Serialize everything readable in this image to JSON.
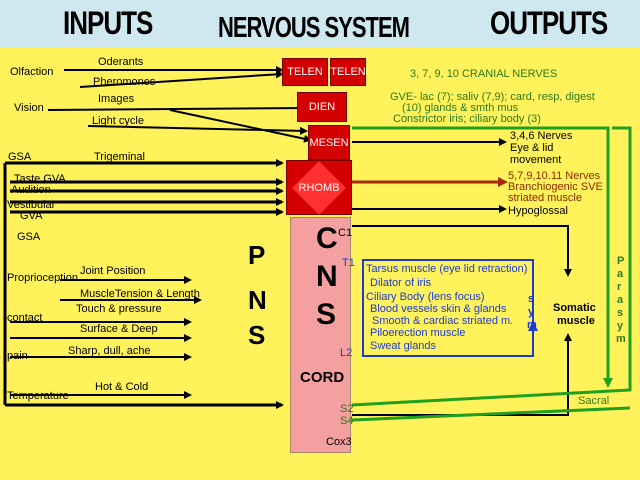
{
  "header": {
    "inputs": "INPUTS",
    "title": "NERVOUS SYSTEM",
    "outputs": "OUTPUTS"
  },
  "boxes": {
    "telen_left": "TELEN",
    "telen_right": "TELEN",
    "dien": "DIEN",
    "mesen": "MESEN",
    "rhomb": "RHOMB",
    "cord": "CORD"
  },
  "inputs": {
    "olfaction": "Olfaction",
    "oderants": "Oderants",
    "pheromones": "Pheromones",
    "vision": "Vision",
    "images": "Images",
    "light_cycle": "Light cycle",
    "gsa_top": "GSA",
    "trigeminal": "Trigeminal",
    "taste_gva": "Taste GVA",
    "audition": "Audition",
    "vestibular": "Vestibular",
    "gva": "GVA",
    "gsa_mid": "GSA",
    "proprioception": "Proprioception",
    "joint_position": "Joint Position",
    "muscle_tension": "MuscleTension & Length",
    "contact": "contact",
    "touch_pressure": "Touch & pressure",
    "surface_deep": "Surface & Deep",
    "pain": "pain",
    "sharp_dull": "Sharp, dull, ache",
    "temperature": "Temperature",
    "hot_cold": "Hot & Cold"
  },
  "pns": [
    "P",
    "N",
    "S"
  ],
  "cns": [
    "C",
    "N",
    "S"
  ],
  "levels": {
    "c1": "C1",
    "t1": "T1",
    "l2": "L2",
    "s2": "S2",
    "s4": "S4",
    "cox3": "Cox3"
  },
  "outputs": {
    "cranial": "3, 7, 9, 10     CRANIAL NERVES",
    "gve_line1": "GVE-  lac (7); saliv (7,9); card, resp, digest",
    "gve_line2": "(10) glands & smth mus",
    "gve_line3": "Constrictor iris; ciliary body  (3)",
    "eye_line1": "3,4,6 Nerves",
    "eye_line2": "Eye & lid",
    "eye_line3": "movement",
    "branch_line1": "5,7,9,10.11 Nerves",
    "branch_line2": "Branchiogenic SVE",
    "branch_line3": "striated muscle",
    "hypoglossal": "Hypoglossal",
    "sym_list": [
      "Tarsus muscle (eye lid retraction)",
      "Dilator of  iris",
      "Ciliary Body (lens focus)",
      "Blood vessels skin & glands",
      "Smooth & cardiac striated m.",
      "Piloerection muscle",
      "Sweat  glands"
    ],
    "sym": [
      "s",
      "y",
      "m"
    ],
    "somatic_line1": "Somatic",
    "somatic_line2": "muscle",
    "parasym": [
      "P",
      "a",
      "r",
      "a",
      "s",
      "y",
      "m"
    ],
    "sacral": "Sacral"
  },
  "colors": {
    "yellow": "#fff25a",
    "band": "#cfe8f0",
    "red": "#d40000",
    "cord": "#f4a0a0",
    "green": "#1fa01f",
    "blue": "#1a3bd6",
    "brown": "#a52a00"
  }
}
